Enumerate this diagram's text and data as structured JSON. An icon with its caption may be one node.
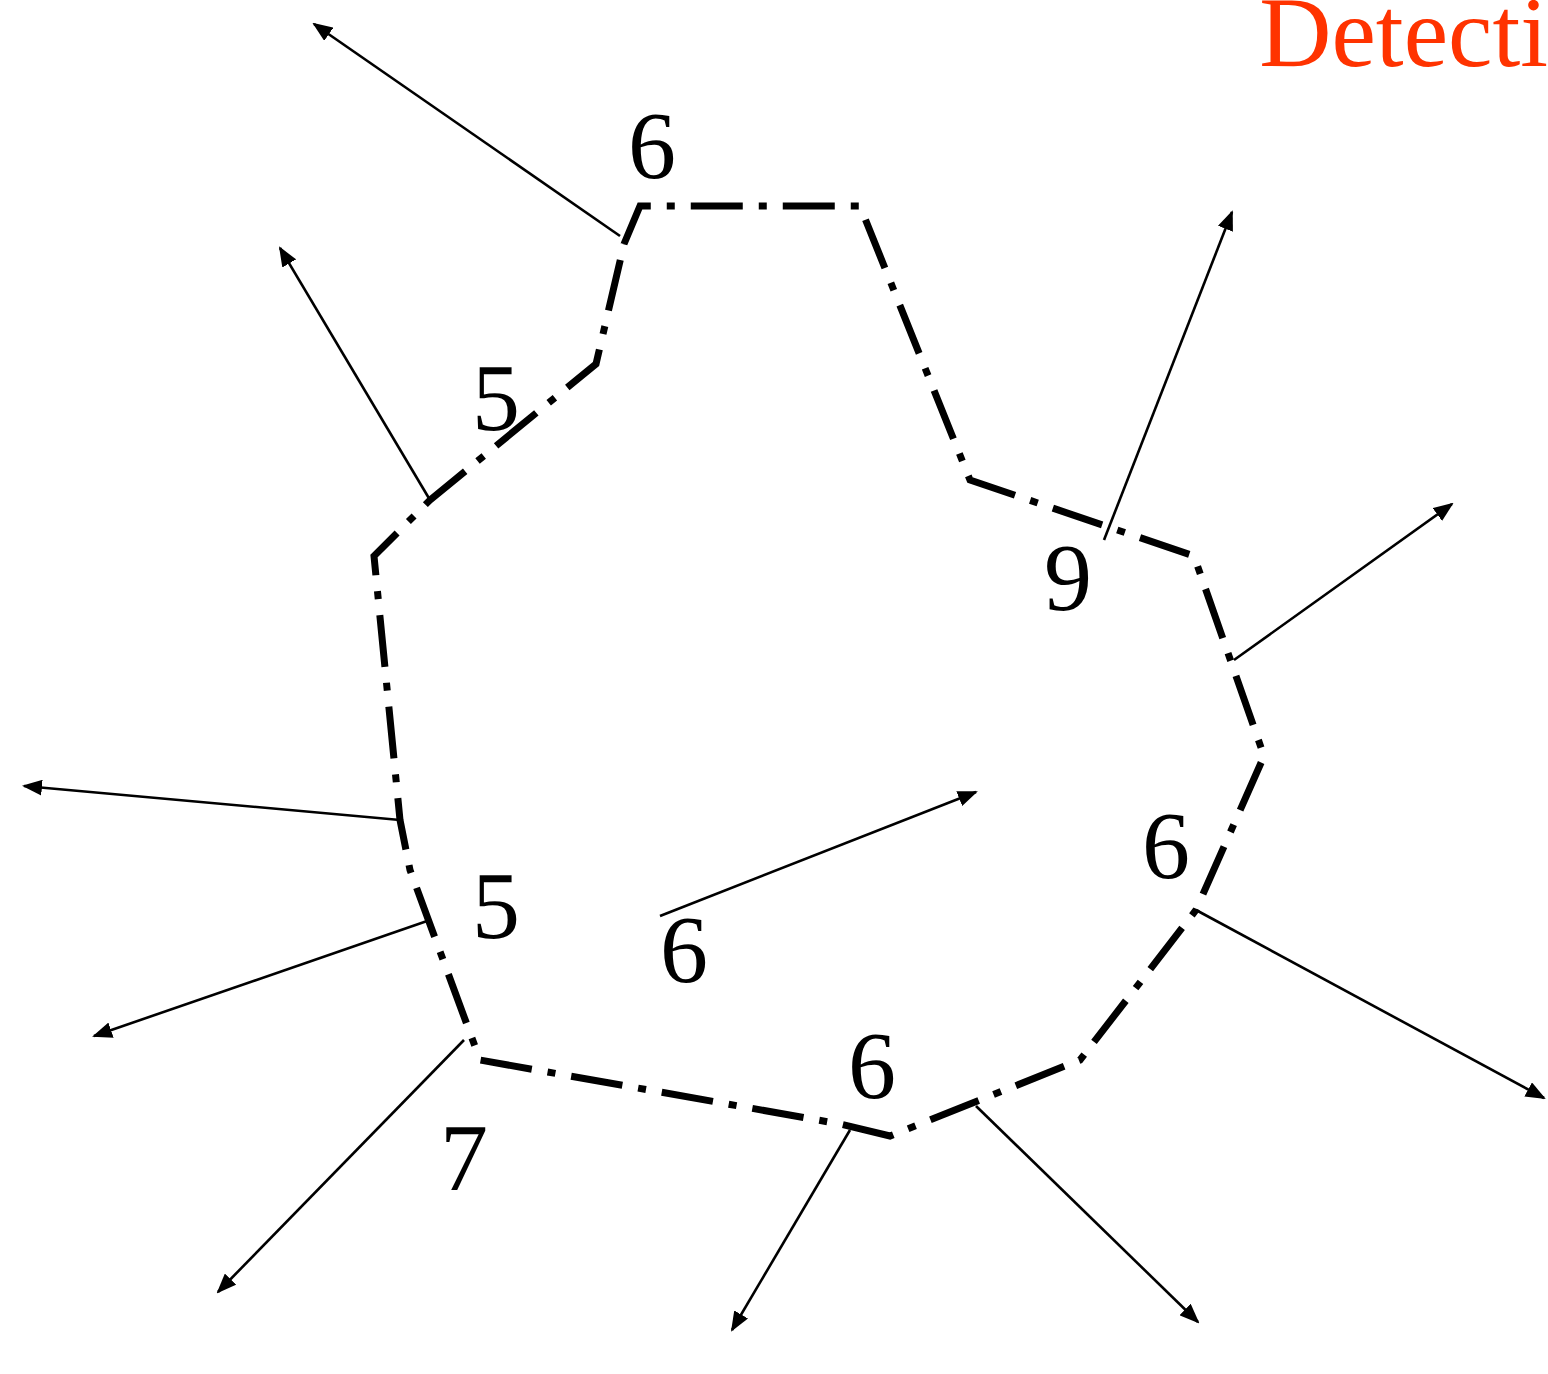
{
  "diagram": {
    "title": "Detecti",
    "labels": [
      "6",
      "5",
      "9",
      "6",
      "5",
      "6",
      "6",
      "7"
    ]
  }
}
